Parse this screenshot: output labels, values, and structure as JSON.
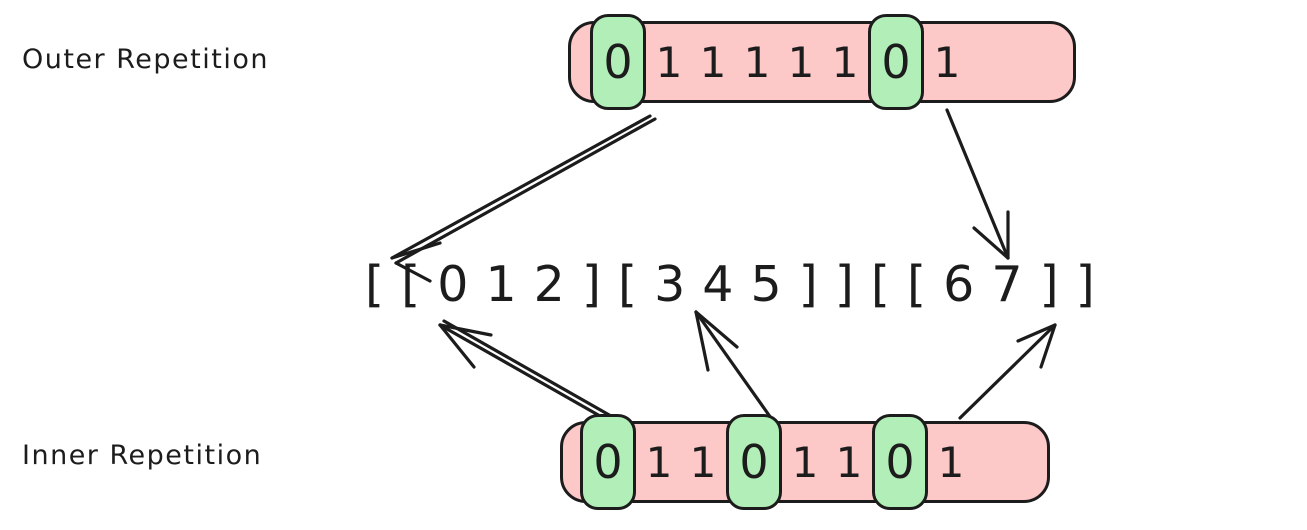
{
  "diagram": {
    "title": "Outer and Inner Repetition mapping to nested list",
    "background_color": "#ffffff",
    "ink_color": "#1c1c1c",
    "highlight_color": "#b2efb8",
    "bar_color": "#fcc8c8"
  },
  "labels": {
    "outer": "Outer Repetition",
    "inner": "Inner Repetition"
  },
  "outer_sequence": {
    "cells": [
      {
        "value": "0",
        "highlighted": true
      },
      {
        "value": "1",
        "highlighted": false
      },
      {
        "value": "1",
        "highlighted": false
      },
      {
        "value": "1",
        "highlighted": false
      },
      {
        "value": "1",
        "highlighted": false
      },
      {
        "value": "1",
        "highlighted": false
      },
      {
        "value": "0",
        "highlighted": true
      },
      {
        "value": "1",
        "highlighted": false
      }
    ]
  },
  "inner_sequence": {
    "cells": [
      {
        "value": "0",
        "highlighted": true
      },
      {
        "value": "1",
        "highlighted": false
      },
      {
        "value": "1",
        "highlighted": false
      },
      {
        "value": "0",
        "highlighted": true
      },
      {
        "value": "1",
        "highlighted": false
      },
      {
        "value": "1",
        "highlighted": false
      },
      {
        "value": "0",
        "highlighted": true
      },
      {
        "value": "1",
        "highlighted": false
      }
    ]
  },
  "nested_list": {
    "text": "[[012][345]][[67]]",
    "tokens": [
      "[",
      "[",
      "0",
      "1",
      "2",
      "]",
      "[",
      "3",
      "4",
      "5",
      "]",
      "]",
      "[",
      "[",
      "6",
      "7",
      "]",
      "]"
    ]
  },
  "arrows": [
    {
      "name": "outer-zero-1-to-open-bracket",
      "from": "outer cell 0",
      "to": "nested list token 0"
    },
    {
      "name": "outer-zero-2-to-open-bracket",
      "from": "outer cell 6",
      "to": "nested list token 12"
    },
    {
      "name": "inner-zero-1-to-open-bracket",
      "from": "inner cell 0",
      "to": "nested list token 1"
    },
    {
      "name": "inner-zero-2-to-open-bracket",
      "from": "inner cell 3",
      "to": "nested list token 6"
    },
    {
      "name": "inner-zero-3-to-open-bracket",
      "from": "inner cell 6",
      "to": "nested list token 13"
    }
  ]
}
